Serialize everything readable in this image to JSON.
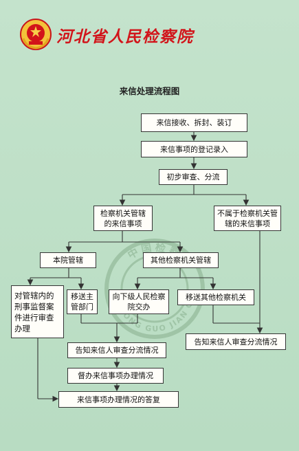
{
  "header": {
    "org_name": "河北省人民检察院"
  },
  "chart": {
    "title": "来信处理流程图"
  },
  "boxes": {
    "receive": "来信接收、拆封、装订",
    "register": "来信事项的登记录入",
    "review": "初步审查、分流",
    "jurisdiction": "检察机关管辖的来信事项",
    "not_jurisdiction": "不属于检察机关管辖的来信事项",
    "this_court": "本院管辖",
    "other_organs": "其他检察机关管辖",
    "supervise": "对管辖内的刑事监督案件进行审查办理",
    "transfer_dept": "移送主管部门",
    "lower_level": "向下级人民检察院交办",
    "transfer_other": "移送其他检察机关",
    "notify_left": "告知来信人审查分流情况",
    "notify_right": "告知来信人审查分流情况",
    "supervise_status": "督办来信事项办理情况",
    "reply": "来信事项办理情况的答复"
  },
  "watermark": {
    "top_text": "中国检察",
    "bottom_text": "ZHONG GUO JIAN CHA"
  },
  "colors": {
    "background": "#bfe0c8",
    "accent_red": "#d2141a",
    "line": "#333333"
  }
}
